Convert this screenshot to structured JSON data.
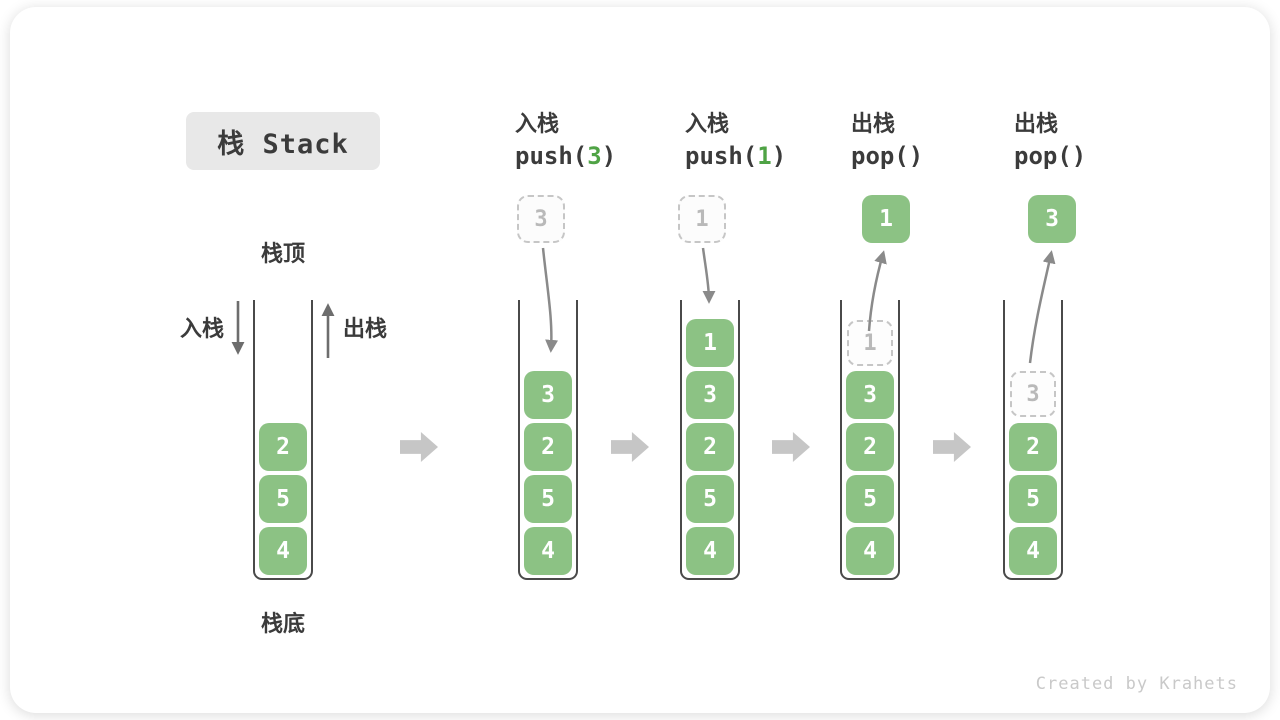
{
  "title": "栈 Stack",
  "watermark": "Created by Krahets",
  "colors": {
    "cell-green": "#8cc284",
    "code-green": "#4fa345",
    "ink": "#3b3b3b",
    "arrow": "#8a8a8a",
    "block-arrow": "#c6c6c6",
    "ghost-border": "#c6c6c6",
    "ghost-text": "#b9b9b9",
    "title-bg": "#e8e8e8",
    "watermark-color": "#c9c9c9"
  },
  "stage1": {
    "top_label": "栈顶",
    "bottom_label": "栈底",
    "push_label": "入栈",
    "pop_label": "出栈",
    "cells": [
      "2",
      "5",
      "4"
    ]
  },
  "stage2": {
    "op_cn": "入栈",
    "code_pre": "push(",
    "code_arg": "3",
    "code_post": ")",
    "floating_value": "3",
    "cells": [
      "3",
      "2",
      "5",
      "4"
    ]
  },
  "stage3": {
    "op_cn": "入栈",
    "code_pre": "push(",
    "code_arg": "1",
    "code_post": ")",
    "floating_value": "1",
    "cells": [
      "1",
      "3",
      "2",
      "5",
      "4"
    ]
  },
  "stage4": {
    "op_cn": "出栈",
    "code": "pop()",
    "floating_value": "1",
    "ghost_value": "1",
    "cells": [
      "3",
      "2",
      "5",
      "4"
    ]
  },
  "stage5": {
    "op_cn": "出栈",
    "code": "pop()",
    "floating_value": "3",
    "ghost_value": "3",
    "cells": [
      "2",
      "5",
      "4"
    ]
  }
}
